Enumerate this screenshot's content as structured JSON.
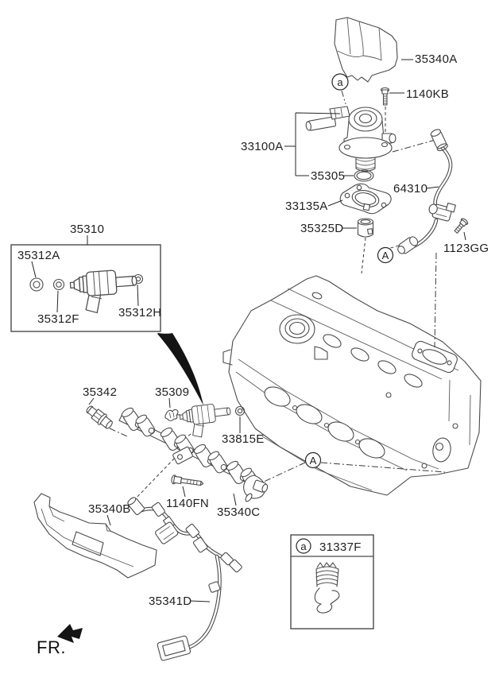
{
  "diagram": {
    "type": "exploded-parts-diagram",
    "colors": {
      "background": "#ffffff",
      "line": "#4a4a4a",
      "text": "#1f1f1f",
      "arrow": "#141414"
    },
    "labels": {
      "engine_cover_upper": "35340A",
      "pump_bolt": "1140KB",
      "pump_assembly": "33100A",
      "pump_oring": "35305",
      "high_pressure_pipe": "64310",
      "pump_gasket": "33135A",
      "pump_tappet": "35325D",
      "pipe_bolt": "1123GG",
      "injector_kit": "35310",
      "injector_oring_a": "35312A",
      "injector_oring_f": "35312F",
      "injector_oring_h": "35312H",
      "pressure_sensor": "35342",
      "injector_clip": "35309",
      "injector_oring_rail": "33815E",
      "rail_bolt": "1140FN",
      "fuel_rail": "35340C",
      "cover_lower": "35340B",
      "injector_harness": "35341D",
      "legend_part": "31337F"
    },
    "callouts": {
      "a": "a",
      "A": "A"
    },
    "direction": {
      "label": "FR."
    }
  }
}
